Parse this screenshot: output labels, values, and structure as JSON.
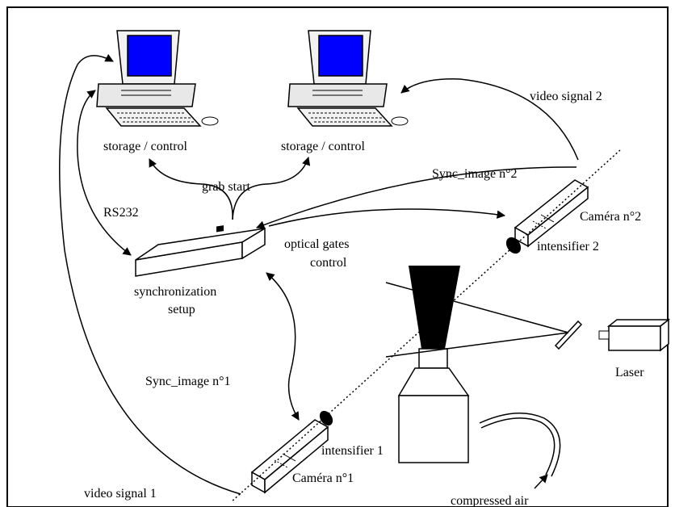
{
  "labels": {
    "storage_left": "storage / control",
    "storage_right": "storage / control",
    "video_signal_2": "video signal 2",
    "grab_start": "grab start",
    "sync_image_2": "Sync_image n°2",
    "rs232": "RS232",
    "camera_2": "Caméra n°2",
    "optical_gates_1": "optical gates",
    "optical_gates_2": "control",
    "intensifier_2": "intensifier 2",
    "sync_setup_1": "synchronization",
    "sync_setup_2": "setup",
    "laser": "Laser",
    "sync_image_1": "Sync_image n°1",
    "intensifier_1": "intensifier 1",
    "camera_1": "Caméra n°1",
    "video_signal_1": "video signal 1",
    "compressed_air": "compressed air"
  },
  "colors": {
    "screen": "#0000ff",
    "line": "#000000",
    "background": "#ffffff"
  }
}
